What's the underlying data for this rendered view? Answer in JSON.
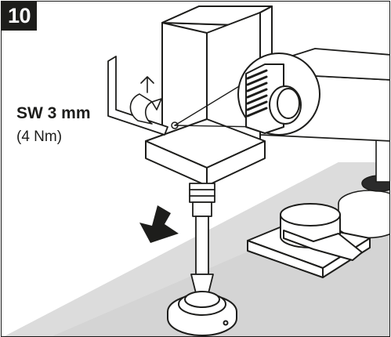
{
  "step": {
    "number": "10"
  },
  "instruction": {
    "tool_size": "SW 3 mm",
    "torque": "(4 Nm)"
  },
  "illustration": {
    "parts": [
      "hex-key-icon",
      "rotation-arrow-icon",
      "faucet-body",
      "zoom-callout",
      "down-arrow-icon",
      "cartridge-spindle",
      "mounting-flange",
      "valve-handle",
      "countertop"
    ]
  },
  "colors": {
    "line": "#1d1d1b",
    "counter": "#cfcfcf",
    "badge": "#1d1d1b"
  }
}
